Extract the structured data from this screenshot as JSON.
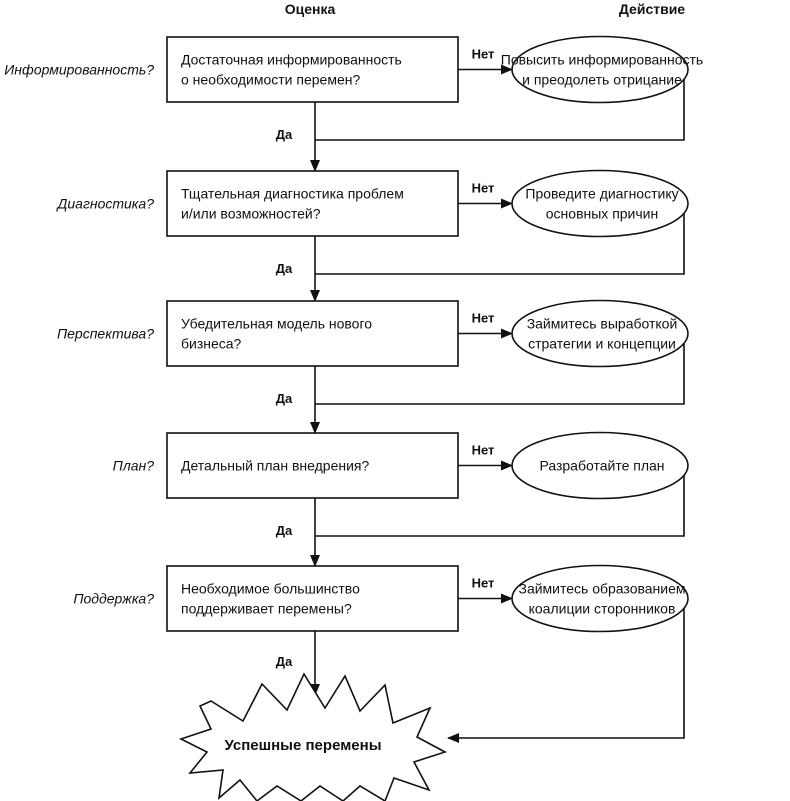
{
  "headers": {
    "assessment": "Оценка",
    "action": "Действие"
  },
  "edge_labels": {
    "yes": "Да",
    "no": "Нет"
  },
  "rows": [
    {
      "stage": "Информированность?",
      "question": [
        "Достаточная информированность",
        "о необходимости перемен?"
      ],
      "action": [
        "Повысить информированность",
        "и преодолеть отрицание"
      ]
    },
    {
      "stage": "Диагностика?",
      "question": [
        "Тщательная диагностика проблем",
        "и/или возможностей?"
      ],
      "action": [
        "Проведите диагностику",
        "основных причин"
      ]
    },
    {
      "stage": "Перспектива?",
      "question": [
        "Убедительная модель нового",
        "бизнеса?"
      ],
      "action": [
        "Займитесь выработкой",
        "стратегии и концепции"
      ]
    },
    {
      "stage": "План?",
      "question": [
        "Детальный план внедрения?"
      ],
      "action": [
        "Разработайте план"
      ]
    },
    {
      "stage": "Поддержка?",
      "question": [
        "Необходимое большинство",
        "поддерживает перемены?"
      ],
      "action": [
        "Займитесь образованием",
        "коалиции сторонников"
      ]
    }
  ],
  "final_result": "Успешные перемены"
}
